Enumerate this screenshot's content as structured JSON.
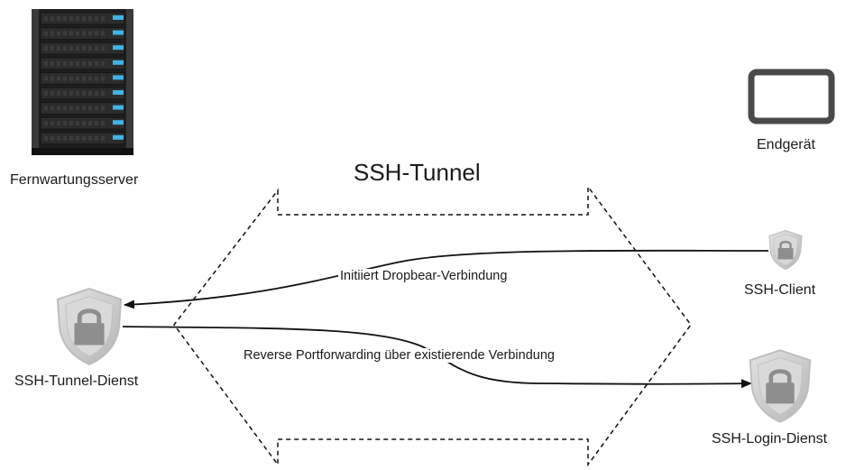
{
  "nodes": {
    "server": {
      "label": "Fernwartungsserver",
      "icon": "server-rack-icon"
    },
    "device": {
      "label": "Endgerät",
      "icon": "tablet-icon"
    },
    "tunnel_service": {
      "label": "SSH-Tunnel-Dienst",
      "icon": "shield-lock-icon"
    },
    "ssh_client": {
      "label": "SSH-Client",
      "icon": "shield-lock-icon"
    },
    "login_service": {
      "label": "SSH-Login-Dienst",
      "icon": "shield-lock-icon"
    }
  },
  "tunnel": {
    "title": "SSH-Tunnel"
  },
  "edges": {
    "initiate": {
      "label": "Initiiert Dropbear-Verbindung"
    },
    "reverse": {
      "label": "Reverse Portforwarding über existierende Verbindung"
    }
  },
  "colors": {
    "line": "#111111",
    "shield_outer": "#c9c9c9",
    "shield_inner": "#a6a6a6",
    "lock": "#8e8e8e",
    "server_body": "#262626",
    "server_led": "#3fb4e5",
    "tablet_frame": "#4a4a4a"
  }
}
